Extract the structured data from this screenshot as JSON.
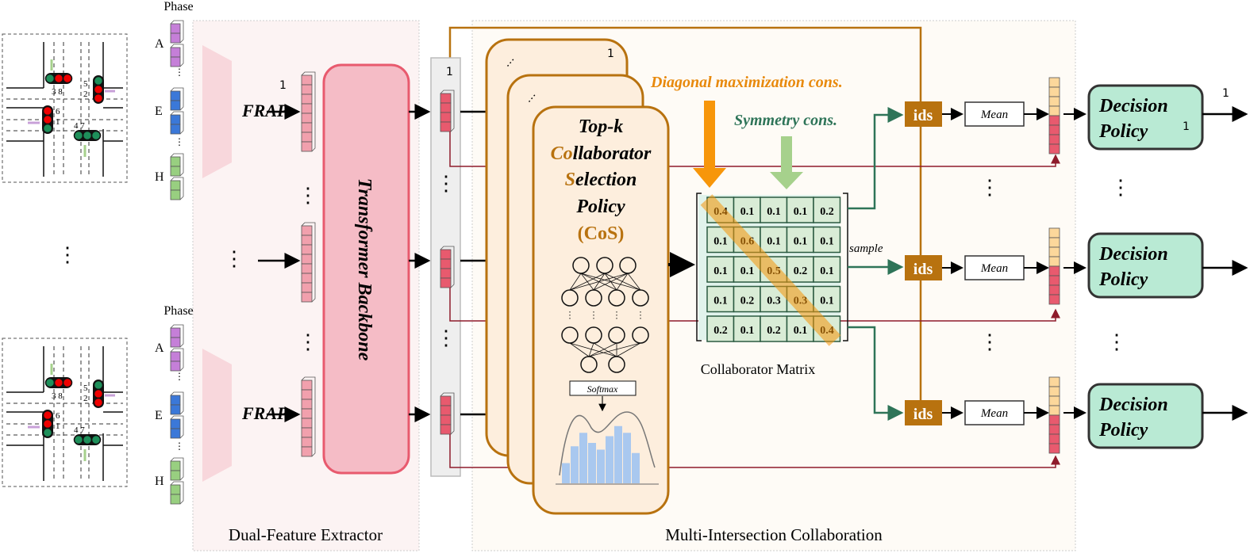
{
  "intersection": {
    "phase_label": "Phase",
    "phases": [
      "A",
      "E",
      "H"
    ],
    "lane_numbers": [
      "3 8",
      "5",
      "2",
      "6",
      "1",
      "4 7"
    ],
    "ellipsis": "⋮"
  },
  "extractor": {
    "title": "Dual-Feature Extractor",
    "frap_label": "FRAP",
    "backbone_label": "Transformer Backbone",
    "index_label": "1"
  },
  "collaboration": {
    "title": "Multi-Intersection Collaboration",
    "cos": {
      "line1": "Top-k",
      "line2_hl": "Co",
      "line2": "llaborator",
      "line3_hl": "S",
      "line3": "election",
      "line4": "Policy",
      "line5": "(CoS)",
      "softmax": "Softmax",
      "index_label": "1"
    },
    "diagonal_constraint": "Diagonal maximization cons.",
    "symmetry_constraint": "Symmetry cons.",
    "matrix_label": "Collaborator Matrix",
    "matrix": [
      [
        "0.4",
        "0.1",
        "0.1",
        "0.1",
        "0.2"
      ],
      [
        "0.1",
        "0.6",
        "0.1",
        "0.1",
        "0.1"
      ],
      [
        "0.1",
        "0.1",
        "0.5",
        "0.2",
        "0.1"
      ],
      [
        "0.1",
        "0.2",
        "0.3",
        "0.3",
        "0.1"
      ],
      [
        "0.2",
        "0.1",
        "0.2",
        "0.1",
        "0.4"
      ]
    ],
    "sample_label": "sample",
    "ids_label": "ids",
    "mean_label": "Mean"
  },
  "decision": {
    "line1": "Decision",
    "line2": "Policy",
    "index_label": "1"
  },
  "colors": {
    "brown": "#b8720f",
    "orange": "#f7960a",
    "green": "#2e7458",
    "lightgreen": "#a6d18c",
    "pink": "#f5bcc6",
    "red": "#e85a6e",
    "teal": "#b9ead4",
    "darkred": "#8e1b2b"
  }
}
